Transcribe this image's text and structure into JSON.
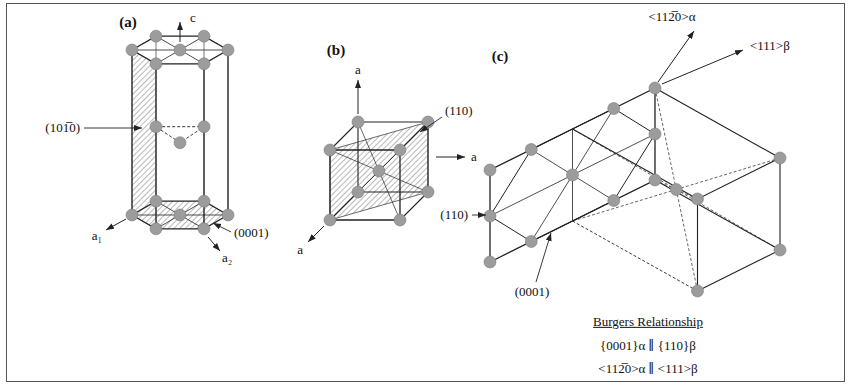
{
  "diagram": {
    "labels": [
      "(a)",
      "c",
      "(101̅0)",
      "a₁",
      "a₂",
      "(0001)",
      "(b)",
      "a",
      "(110)",
      "a",
      "a",
      "(c)",
      "<112̅0>α",
      "<111>β",
      "(110)",
      "(0001)",
      "Burgers Relationship",
      "{0001}α ∥ {110}β",
      "<112̅0>α ∥ <111>β"
    ]
  }
}
